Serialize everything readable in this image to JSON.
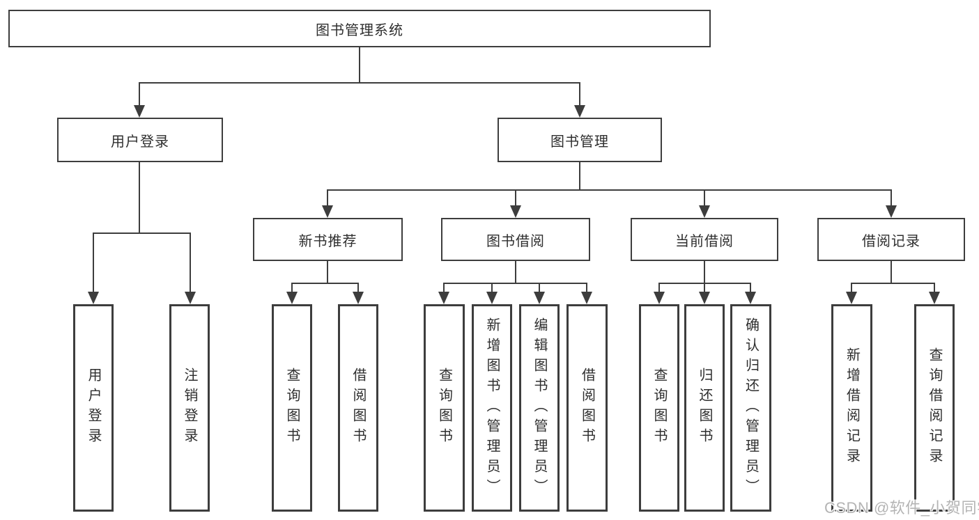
{
  "colors": {
    "line": "#3d3d3d",
    "text": "#2e2e2e",
    "watermark": "#b4b4b4",
    "background": "#ffffff"
  },
  "watermark": "CSDN @软件_小贺同学",
  "nodes": {
    "root": {
      "label": "图书管理系统"
    },
    "level1": [
      {
        "label": "用户登录"
      },
      {
        "label": "图书管理"
      }
    ],
    "level2": [
      {
        "label": "新书推荐"
      },
      {
        "label": "图书借阅"
      },
      {
        "label": "当前借阅"
      },
      {
        "label": "借阅记录"
      }
    ],
    "leaves": [
      {
        "label": "用户登录"
      },
      {
        "label": "注销登录"
      },
      {
        "label": "查询图书"
      },
      {
        "label": "借阅图书"
      },
      {
        "label": "查询图书"
      },
      {
        "label": "新增图书（管理员）"
      },
      {
        "label": "编辑图书（管理员）"
      },
      {
        "label": "借阅图书"
      },
      {
        "label": "查询图书"
      },
      {
        "label": "归还图书"
      },
      {
        "label": "确认归还（管理员）"
      },
      {
        "label": "新增借阅记录"
      },
      {
        "label": "查询借阅记录"
      }
    ]
  }
}
